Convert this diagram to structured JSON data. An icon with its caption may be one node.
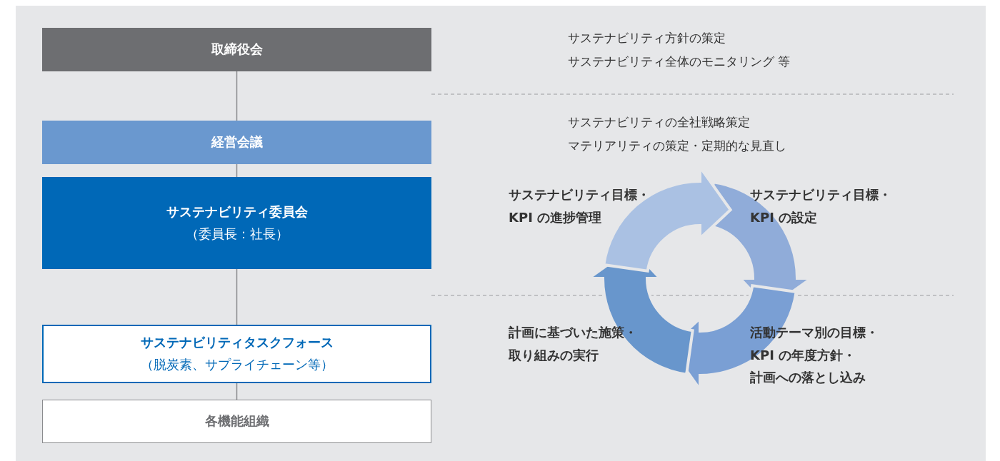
{
  "diagram": {
    "nodes": [
      {
        "text": [
          "取締役会"
        ]
      },
      {
        "text": [
          "経営会議"
        ]
      },
      {
        "text": [
          "サステナビリティ委員会",
          "（委員長：社長）"
        ]
      },
      {
        "text": [
          "サステナビリティタスクフォース",
          "（脱炭素、サプライチェーン等）"
        ]
      },
      {
        "text": [
          "各機能組織"
        ]
      }
    ],
    "edges": [
      {
        "from": 0,
        "to": 1,
        "arrow": "none"
      },
      {
        "from": 1,
        "to": 2,
        "arrow": "none"
      },
      {
        "from": 2,
        "to": 3,
        "arrow": "none"
      },
      {
        "from": 3,
        "to": 4,
        "arrow": "none"
      }
    ],
    "labels": [
      "サステナビリティ方針の策定",
      "サステナビリティ全体のモニタリング 等",
      "サステナビリティの全社戦略策定",
      "マテリアリティの策定・定期的な見直し",
      "サステナビリティ目標・KPI の進捗管理",
      "サステナビリティ目標・KPI の設定",
      "計画に基づいた施策・取り組みの実行",
      "活動テーマ別の目標・KPI の年度方針・計画への落とし込み"
    ]
  }
}
